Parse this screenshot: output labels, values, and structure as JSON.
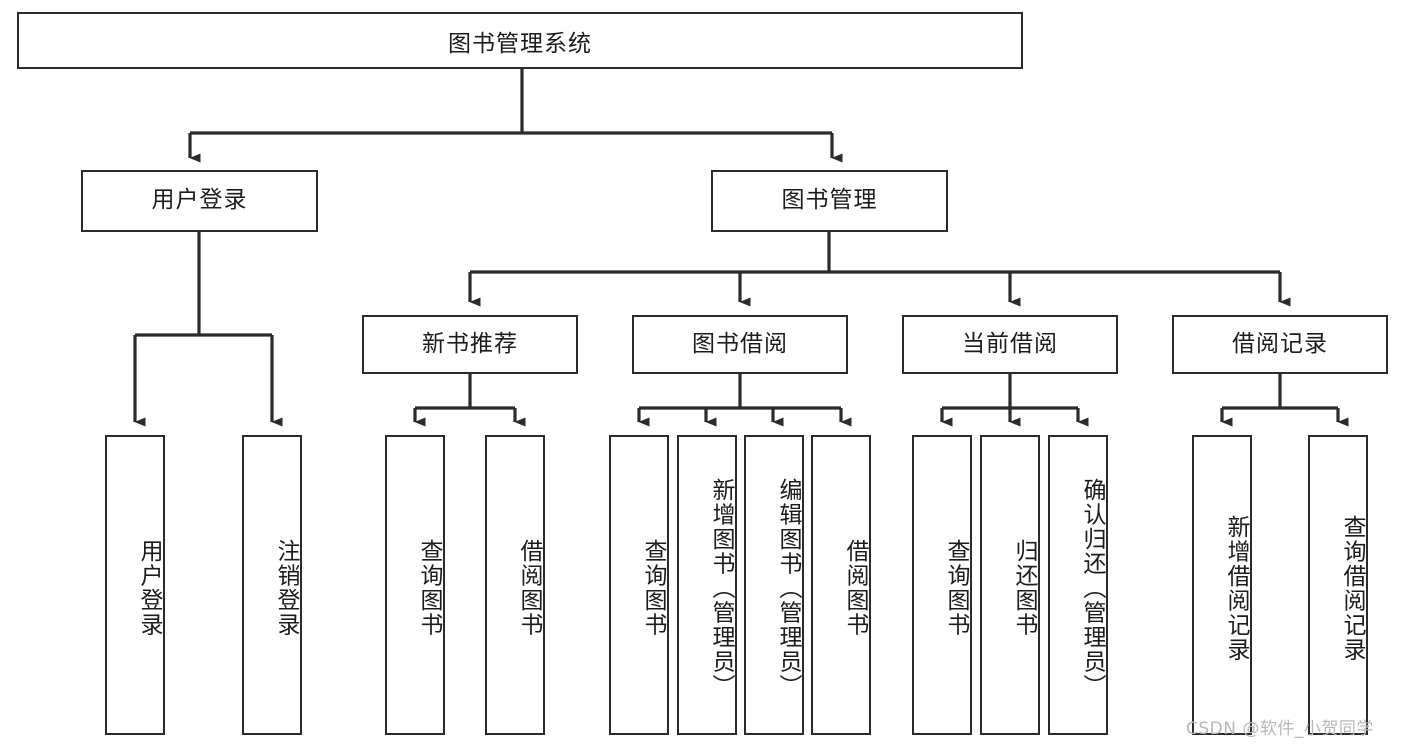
{
  "diagram": {
    "title": "图书管理系统",
    "type": "functional-structure-tree",
    "watermark": "CSDN @软件_小贺同学",
    "stroke_color": "#2b2b2b",
    "fill_color": "#ffffff",
    "text_color": "#1c1c1c",
    "watermark_color": "#b8b8b8",
    "levels": [
      {
        "level": 1,
        "nodes": [
          {
            "id": "root",
            "label": "图书管理系统",
            "orientation": "horizontal"
          }
        ]
      },
      {
        "level": 2,
        "nodes": [
          {
            "id": "user-login",
            "label": "用户登录",
            "orientation": "horizontal",
            "parent": "root"
          },
          {
            "id": "book-manage",
            "label": "图书管理",
            "orientation": "horizontal",
            "parent": "root"
          }
        ]
      },
      {
        "level": 3,
        "nodes": [
          {
            "id": "new-book-rec",
            "label": "新书推荐",
            "orientation": "horizontal",
            "parent": "book-manage"
          },
          {
            "id": "book-borrow",
            "label": "图书借阅",
            "orientation": "horizontal",
            "parent": "book-manage"
          },
          {
            "id": "current-borrow",
            "label": "当前借阅",
            "orientation": "horizontal",
            "parent": "book-manage"
          },
          {
            "id": "borrow-record",
            "label": "借阅记录",
            "orientation": "horizontal",
            "parent": "book-manage"
          }
        ]
      },
      {
        "level": 4,
        "nodes": [
          {
            "id": "leaf-user-login",
            "label": "用户登录",
            "orientation": "vertical",
            "parent": "user-login"
          },
          {
            "id": "leaf-logout-login",
            "label": "注销登录",
            "orientation": "vertical",
            "parent": "user-login"
          },
          {
            "id": "leaf-query-book-1",
            "label": "查询图书",
            "orientation": "vertical",
            "parent": "new-book-rec"
          },
          {
            "id": "leaf-borrow-book-1",
            "label": "借阅图书",
            "orientation": "vertical",
            "parent": "new-book-rec"
          },
          {
            "id": "leaf-query-book-2",
            "label": "查询图书",
            "orientation": "vertical",
            "parent": "book-borrow"
          },
          {
            "id": "leaf-add-book",
            "label": "新增图书（管理员）",
            "orientation": "vertical",
            "parent": "book-borrow"
          },
          {
            "id": "leaf-edit-book",
            "label": "编辑图书（管理员）",
            "orientation": "vertical",
            "parent": "book-borrow"
          },
          {
            "id": "leaf-borrow-book-2",
            "label": "借阅图书",
            "orientation": "vertical",
            "parent": "book-borrow"
          },
          {
            "id": "leaf-query-book-3",
            "label": "查询图书",
            "orientation": "vertical",
            "parent": "current-borrow"
          },
          {
            "id": "leaf-return-book",
            "label": "归还图书",
            "orientation": "vertical",
            "parent": "current-borrow"
          },
          {
            "id": "leaf-confirm-return",
            "label": "确认归还（管理员）",
            "orientation": "vertical",
            "parent": "current-borrow"
          },
          {
            "id": "leaf-add-record",
            "label": "新增借阅记录",
            "orientation": "vertical",
            "parent": "borrow-record"
          },
          {
            "id": "leaf-query-record",
            "label": "查询借阅记录",
            "orientation": "vertical",
            "parent": "borrow-record"
          }
        ]
      }
    ]
  }
}
